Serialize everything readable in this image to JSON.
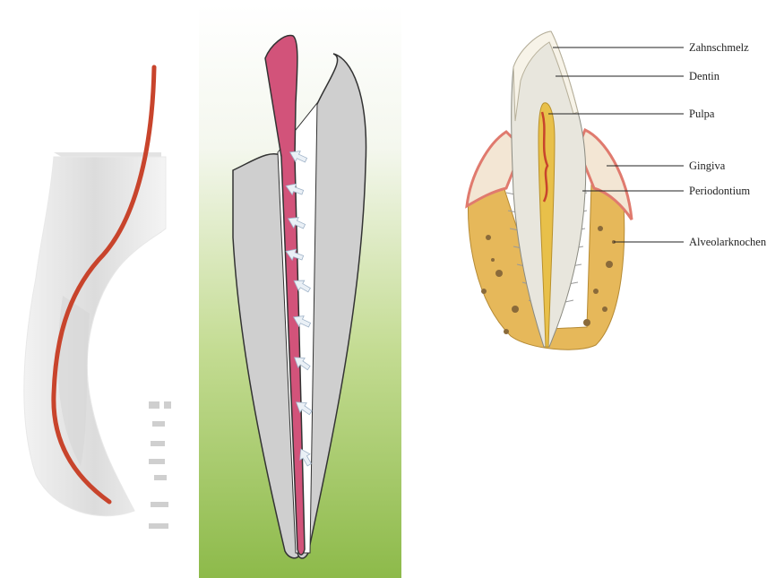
{
  "anatomy": {
    "labels": [
      {
        "key": "enamel",
        "text": "Zahnschmelz"
      },
      {
        "key": "dentin",
        "text": "Dentin"
      },
      {
        "key": "pulp",
        "text": "Pulpa"
      },
      {
        "key": "gingiva",
        "text": "Gingiva"
      },
      {
        "key": "periodontium",
        "text": "Periodontium"
      },
      {
        "key": "alveolar_bone",
        "text": "Alveolarknochen"
      }
    ]
  },
  "colors": {
    "file_red": "#c8442c",
    "filling_pink": "#d2537a",
    "gradient_green": "#8dba4a",
    "tooth_gray": "#cfcfcf",
    "bone_yellow": "#e6b85a",
    "gum_pink": "#e79a90"
  }
}
